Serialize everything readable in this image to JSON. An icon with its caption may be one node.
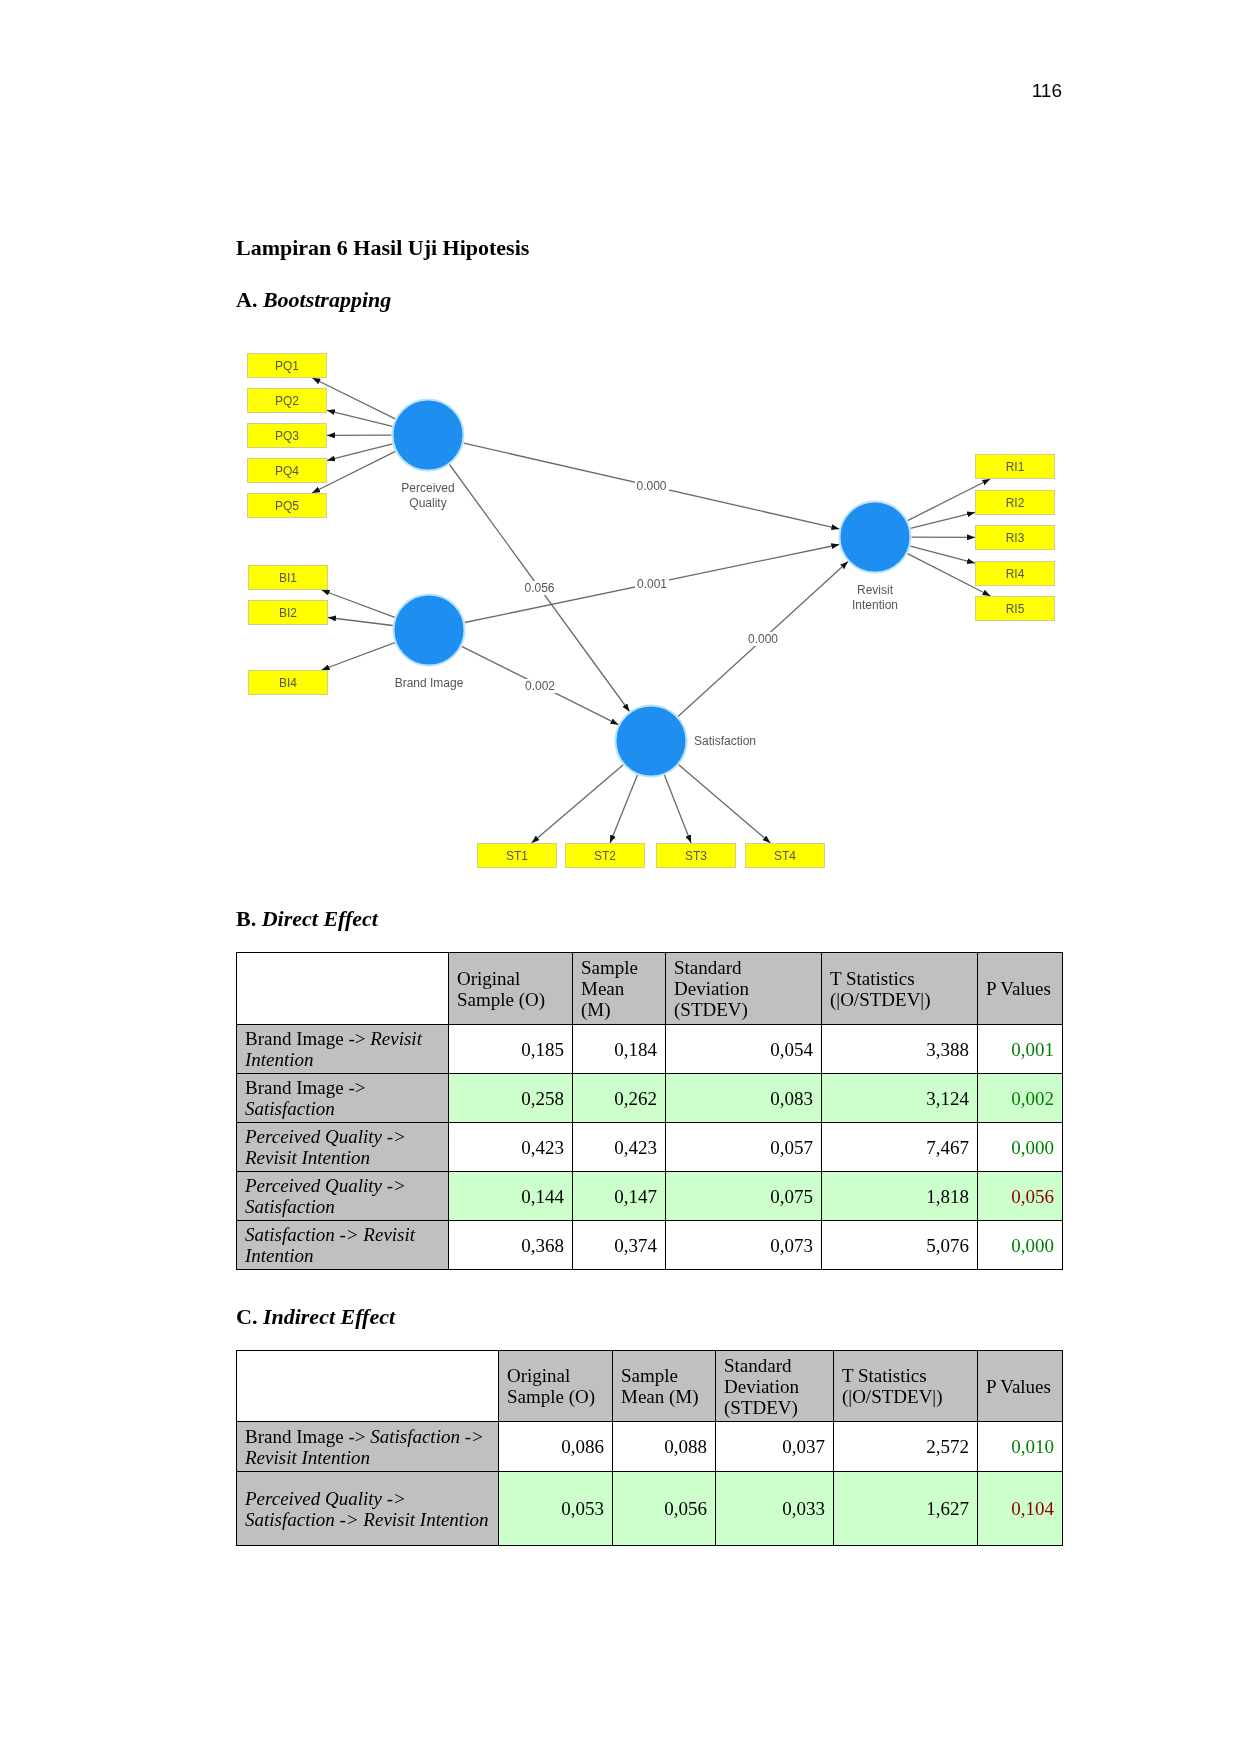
{
  "diagram": {
    "title": "Lampiran 6 Hasil Uji Hipotesis",
    "nodes": [
      {
        "text": [
          "PQ1"
        ]
      },
      {
        "text": [
          "PQ2"
        ]
      },
      {
        "text": [
          "PQ3"
        ]
      },
      {
        "text": [
          "PQ4"
        ]
      },
      {
        "text": [
          "PQ5"
        ]
      },
      {
        "text": [
          "Perceived Quality"
        ]
      },
      {
        "text": [
          "BI1"
        ]
      },
      {
        "text": [
          "BI2"
        ]
      },
      {
        "text": [
          "BI4"
        ]
      },
      {
        "text": [
          "Brand Image"
        ]
      },
      {
        "text": [
          "Revisit Intention"
        ]
      },
      {
        "text": [
          "RI1"
        ]
      },
      {
        "text": [
          "RI2"
        ]
      },
      {
        "text": [
          "RI3"
        ]
      },
      {
        "text": [
          "RI4"
        ]
      },
      {
        "text": [
          "RI5"
        ]
      },
      {
        "text": [
          "Satisfaction"
        ]
      },
      {
        "text": [
          "ST1"
        ]
      },
      {
        "text": [
          "ST2"
        ]
      },
      {
        "text": [
          "ST3"
        ]
      },
      {
        "text": [
          "ST4"
        ]
      }
    ],
    "edges": [
      {
        "from": 5,
        "to": 0,
        "arrow": "to"
      },
      {
        "from": 5,
        "to": 1,
        "arrow": "to"
      },
      {
        "from": 5,
        "to": 2,
        "arrow": "to"
      },
      {
        "from": 5,
        "to": 3,
        "arrow": "to"
      },
      {
        "from": 5,
        "to": 4,
        "arrow": "to"
      },
      {
        "from": 9,
        "to": 6,
        "arrow": "to"
      },
      {
        "from": 9,
        "to": 7,
        "arrow": "to"
      },
      {
        "from": 9,
        "to": 8,
        "arrow": "to"
      },
      {
        "from": 10,
        "to": 11,
        "arrow": "to"
      },
      {
        "from": 10,
        "to": 12,
        "arrow": "to"
      },
      {
        "from": 10,
        "to": 13,
        "arrow": "to"
      },
      {
        "from": 10,
        "to": 14,
        "arrow": "to"
      },
      {
        "from": 10,
        "to": 15,
        "arrow": "to"
      },
      {
        "from": 16,
        "to": 17,
        "arrow": "to"
      },
      {
        "from": 16,
        "to": 18,
        "arrow": "to"
      },
      {
        "from": 16,
        "to": 19,
        "arrow": "to"
      },
      {
        "from": 16,
        "to": 20,
        "arrow": "to"
      },
      {
        "from": 5,
        "to": 10,
        "arrow": "to",
        "label": "0.000"
      },
      {
        "from": 9,
        "to": 10,
        "arrow": "to",
        "label": "0.001"
      },
      {
        "from": 5,
        "to": 16,
        "arrow": "to",
        "label": "0.056"
      },
      {
        "from": 9,
        "to": 16,
        "arrow": "to",
        "label": "0.002"
      },
      {
        "from": 16,
        "to": 10,
        "arrow": "to",
        "label": "0.000"
      }
    ],
    "labels": [
      "116",
      "A. *Bootstrapping*",
      "B. *Direct Effect*",
      "Original Sample (O)",
      "Sample Mean (M)",
      "Standard Deviation (STDEV)",
      "T Statistics (|O/STDEV|)",
      "P Values",
      "Brand Image -> *Revisit Intention*",
      "0,185",
      "0,184",
      "0,054",
      "3,388",
      "0,001",
      "Brand Image -> *Satisfaction*",
      "0,258",
      "0,262",
      "0,083",
      "3,124",
      "0,002",
      "Perceived Quality -> Revisit Intention",
      "0,423",
      "0,423",
      "0,057",
      "7,467",
      "0,000",
      "Perceived Quality -> Satisfaction",
      "0,144",
      "0,147",
      "0,075",
      "1,818",
      "0,056",
      "Satisfaction -> Revisit Intention",
      "0,368",
      "0,374",
      "0,073",
      "5,076",
      "0,000",
      "C. *Indirect Effect*",
      "Original Sample (O)",
      "Sample Mean (M)",
      "Standard Deviation (STDEV)",
      "T Statistics (|O/STDEV|)",
      "P Values",
      "Brand Image -> *Satisfaction -> Revisit Intention*",
      "0,086",
      "0,088",
      "0,037",
      "2,572",
      "0,010",
      "Perceived Quality -> Satisfaction -> Revisit Intention",
      "0,053",
      "0,056",
      "0,033",
      "1,627",
      "0,104"
    ]
  }
}
